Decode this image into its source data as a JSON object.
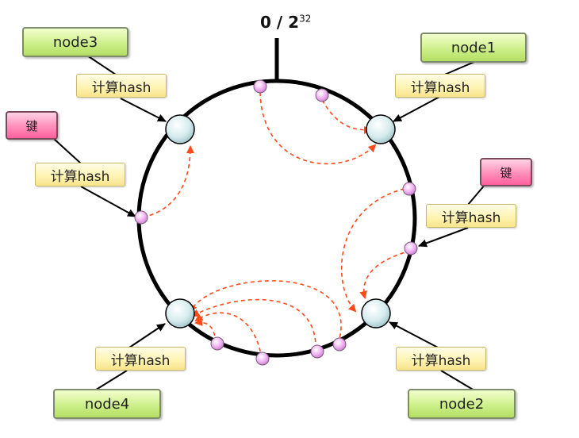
{
  "title": {
    "base": "0 / 2",
    "exp": "32"
  },
  "nodes": {
    "node1": "node1",
    "node2": "node2",
    "node3": "node3",
    "node4": "node4"
  },
  "hash_label": "计算hash",
  "keys": {
    "left": "键",
    "right": "键"
  },
  "colors": {
    "ring": "#000000",
    "arrow": "#ff4a1a",
    "node_fill": "#d6ecee",
    "point_fill": "#f0b4f2"
  }
}
